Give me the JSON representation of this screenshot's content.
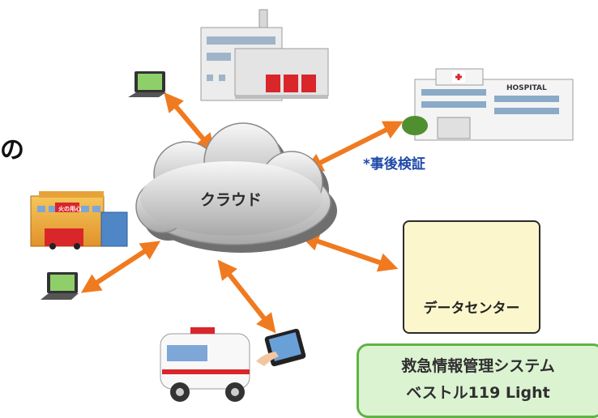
{
  "nodes": {
    "cloud_label": "クラウド",
    "post_hoc_verification": "*事後検証",
    "hospital_sign": "HOSPITAL",
    "fire_station_sign": "火の用心",
    "data_center_label": "データセンター",
    "partial_text": "の"
  },
  "system_box": {
    "line1": "救急情報管理システム",
    "line2": "ベストル119 Light"
  },
  "colors": {
    "arrow": "#f07a1f",
    "data_center_fill": "#fbf6cc",
    "system_box_fill": "#dcf3d2",
    "system_box_border": "#5fb344",
    "verification_text": "#1f4aa8"
  }
}
